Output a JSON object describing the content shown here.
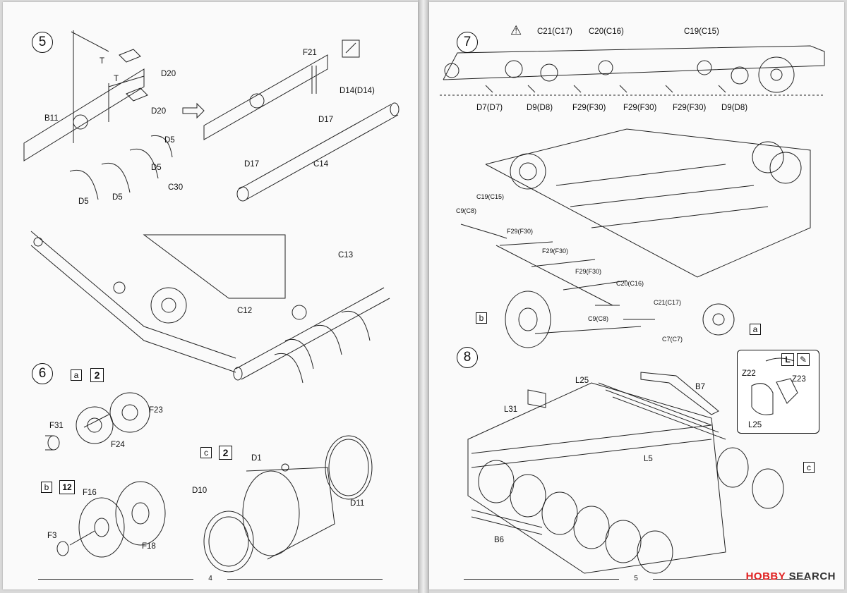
{
  "left_page": {
    "page_number": "4",
    "step5": {
      "number": "5",
      "labels": {
        "t1": "T",
        "t2": "T",
        "d20a": "D20",
        "d20b": "D20",
        "b11": "B11",
        "d5a": "D5",
        "d5b": "D5",
        "d5c": "D5",
        "d5d": "D5",
        "c30": "C30",
        "f21": "F21",
        "d14": "D14(D14)",
        "d17a": "D17",
        "d17b": "D17",
        "c14": "C14",
        "c13": "C13",
        "c12": "C12"
      }
    },
    "step6": {
      "number": "6",
      "sub_a": {
        "tag": "a",
        "qty": "2",
        "labels": {
          "f23": "F23",
          "f31": "F31",
          "f24": "F24"
        }
      },
      "sub_b": {
        "tag": "b",
        "qty": "12",
        "labels": {
          "f16": "F16",
          "f3": "F3",
          "f18": "F18"
        }
      },
      "sub_c": {
        "tag": "c",
        "qty": "2",
        "labels": {
          "d1": "D1",
          "d10": "D10",
          "d11": "D11"
        }
      }
    }
  },
  "right_page": {
    "page_number": "5",
    "step7": {
      "number": "7",
      "warning_icon": "warning-triangle-icon",
      "top_labels": {
        "c21": "C21(C17)",
        "c20": "C20(C16)",
        "c19": "C19(C15)"
      },
      "bottom_labels": {
        "d7": "D7(D7)",
        "d9a": "D9(D8)",
        "f29a": "F29(F30)",
        "f29b": "F29(F30)",
        "f29c": "F29(F30)",
        "d9b": "D9(D8)"
      },
      "exploded_labels": {
        "c19": "C19(C15)",
        "c9a": "C9(C8)",
        "f29a": "F29(F30)",
        "f29b": "F29(F30)",
        "f29c": "F29(F30)",
        "c20": "C20(C16)",
        "c21": "C21(C17)",
        "c9b": "C9(C8)",
        "c7": "C7(C7)"
      },
      "tags": {
        "a": "a",
        "b": "b"
      }
    },
    "step8": {
      "number": "8",
      "labels": {
        "l25": "L25",
        "b7": "B7",
        "l31": "L31",
        "l5": "L5",
        "b6": "B6"
      },
      "tag_c": "c",
      "inset": {
        "z22": "Z22",
        "z23": "Z23",
        "l25": "L25",
        "icons": [
          "l-bend-icon",
          "glue-brush-icon"
        ]
      }
    },
    "watermark": {
      "brand_red": "H",
      "brand_rest": "OBBY",
      "brand_tail": "SEARCH"
    }
  },
  "colors": {
    "page": "#fafafa",
    "ink": "#222222",
    "accent": "#e02020"
  }
}
